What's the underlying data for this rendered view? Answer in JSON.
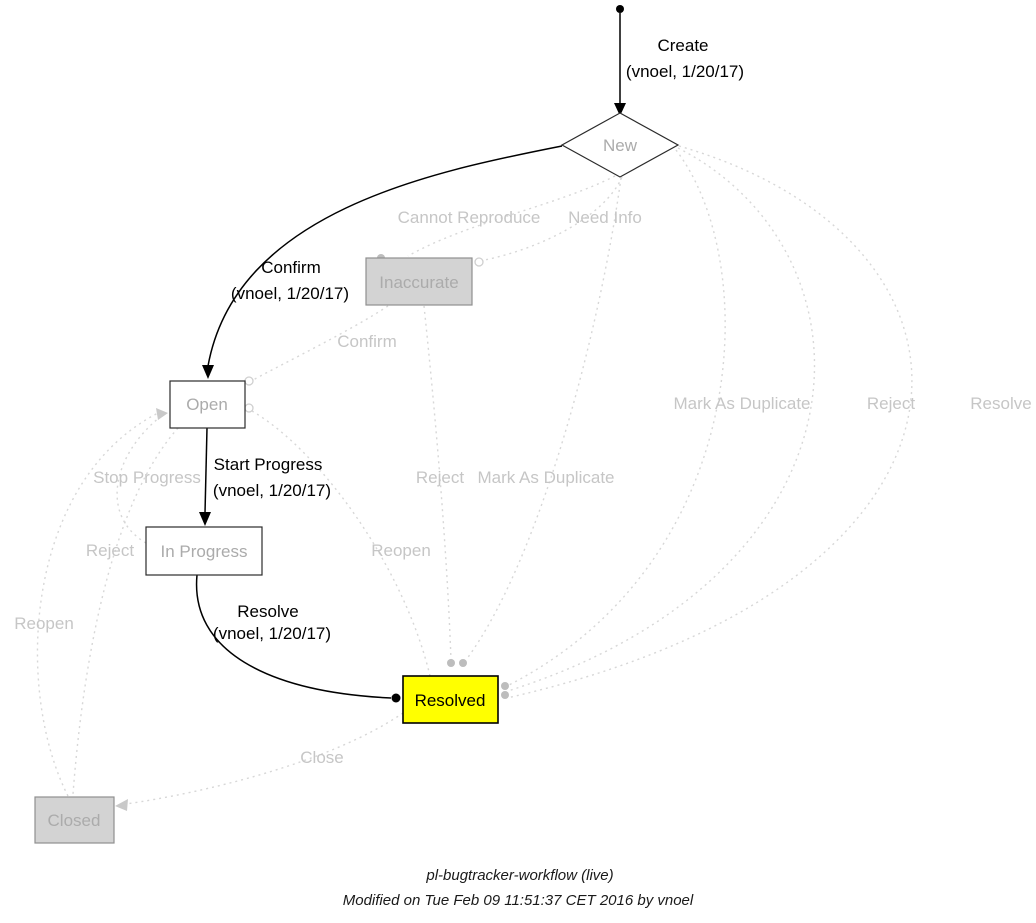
{
  "nodes": {
    "new": "New",
    "inaccurate": "Inaccurate",
    "open": "Open",
    "in_progress": "In Progress",
    "resolved": "Resolved",
    "closed": "Closed"
  },
  "edges_active": {
    "create": {
      "label": "Create",
      "meta": "(vnoel, 1/20/17)"
    },
    "confirm": {
      "label": "Confirm",
      "meta": "(vnoel, 1/20/17)"
    },
    "start_progress": {
      "label": "Start Progress",
      "meta": "(vnoel, 1/20/17)"
    },
    "resolve": {
      "label": "Resolve",
      "meta": "(vnoel, 1/20/17)"
    }
  },
  "edges_inactive": {
    "cannot_reproduce": "Cannot Reproduce",
    "need_info": "Need Info",
    "confirm": "Confirm",
    "mark_as_duplicate_right": "Mark As Duplicate",
    "reject_right": "Reject",
    "resolve_right": "Resolve",
    "stop_progress": "Stop Progress",
    "reject_mid": "Reject",
    "mark_as_duplicate_mid": "Mark As Duplicate",
    "reject_left": "Reject",
    "reopen_mid": "Reopen",
    "reopen_left": "Reopen",
    "close": "Close"
  },
  "caption": {
    "title": "pl-bugtracker-workflow (live)",
    "modified": "Modified on Tue Feb 09 11:51:37 CET 2016 by vnoel"
  },
  "colors": {
    "active_edge": "#000000",
    "inactive_edge": "#d7d7d7",
    "inactive_label": "#c6c6c6",
    "node_label_gray": "#ababab",
    "resolved_fill": "#ffff00",
    "disabled_node_fill": "#d3d3d3",
    "background": "#ffffff"
  }
}
